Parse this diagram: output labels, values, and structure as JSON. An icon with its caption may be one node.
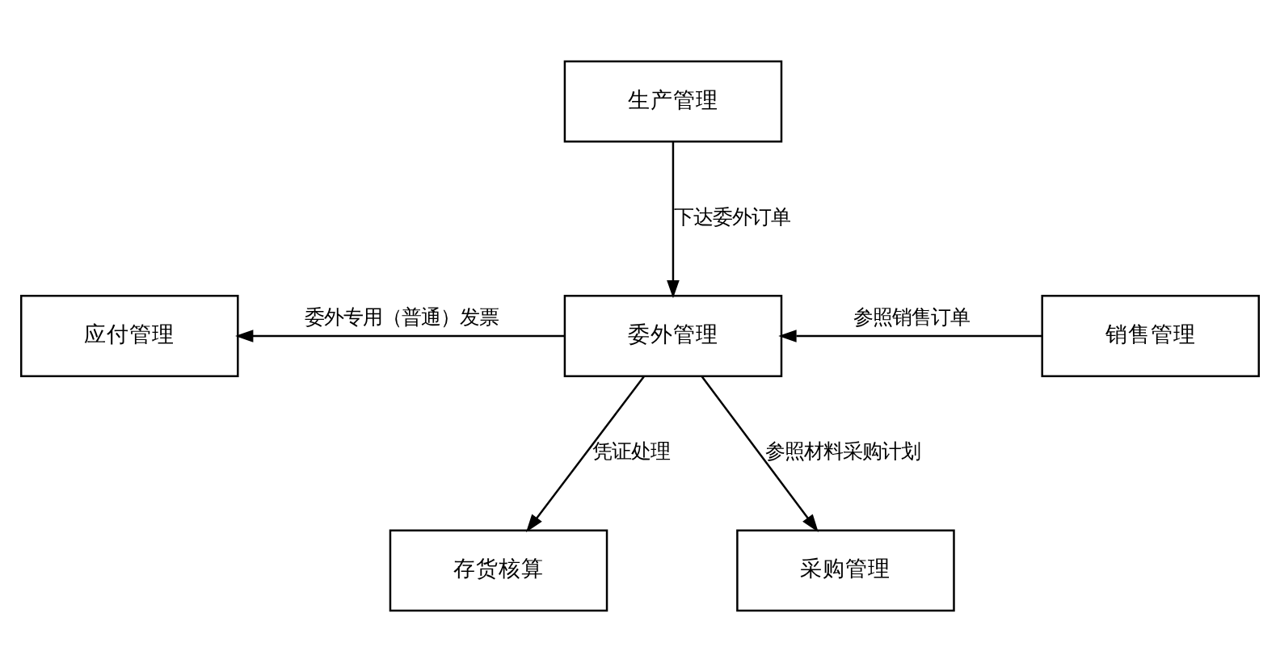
{
  "diagram": {
    "nodes": [
      {
        "text": [
          "生产管理"
        ]
      },
      {
        "text": [
          "应付管理"
        ]
      },
      {
        "text": [
          "委外管理"
        ]
      },
      {
        "text": [
          "销售管理"
        ]
      },
      {
        "text": [
          "存货核算"
        ]
      },
      {
        "text": [
          "采购管理"
        ]
      }
    ],
    "edges": [
      {
        "from": 0,
        "to": 2,
        "arrow": "to",
        "label": "下达委外订单"
      },
      {
        "from": 2,
        "to": 1,
        "arrow": "to",
        "label": "委外专用（普通）发票"
      },
      {
        "from": 3,
        "to": 2,
        "arrow": "to",
        "label": "参照销售订单"
      },
      {
        "from": 2,
        "to": 4,
        "arrow": "to",
        "label": "凭证处理"
      },
      {
        "from": 2,
        "to": 5,
        "arrow": "to",
        "label": "参照材料采购计划"
      }
    ]
  }
}
